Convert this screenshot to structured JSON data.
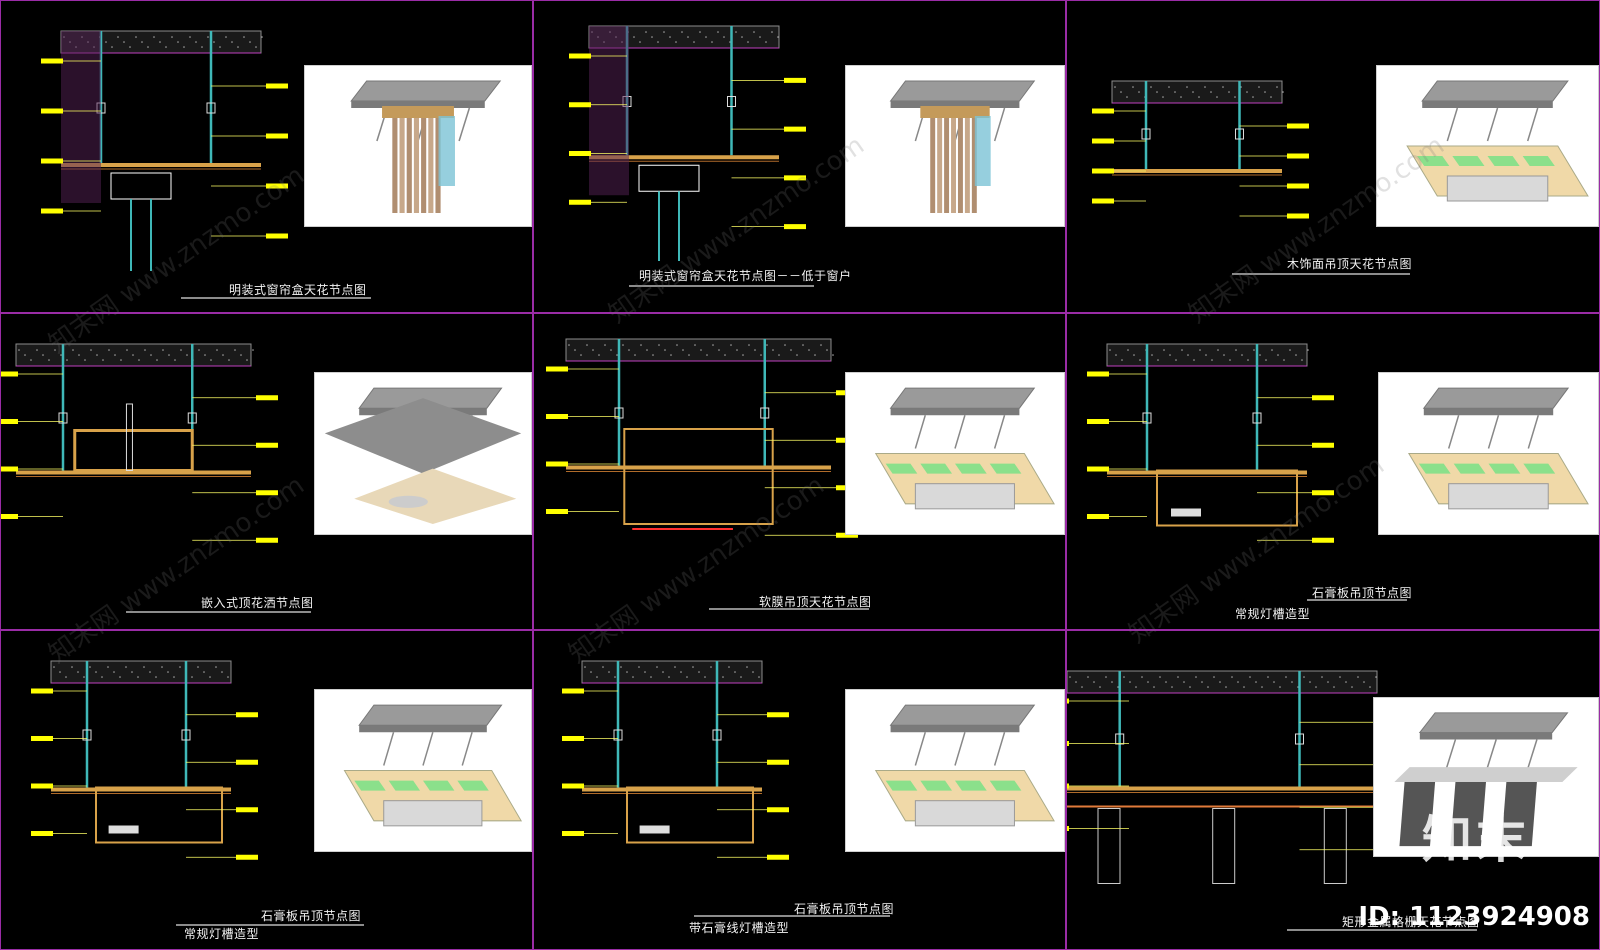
{
  "panels": [
    {
      "title": "明装式窗帘盒天花节点图",
      "subtitle": ""
    },
    {
      "title": "明装式窗帘盒天花节点图－－低于窗户",
      "subtitle": ""
    },
    {
      "title": "木饰面吊顶天花节点图",
      "subtitle": ""
    },
    {
      "title": "嵌入式顶花洒节点图",
      "subtitle": ""
    },
    {
      "title": "软膜吊顶天花节点图",
      "subtitle": ""
    },
    {
      "title": "石膏板吊顶节点图",
      "subtitle": "常规灯槽造型"
    },
    {
      "title": "石膏板吊顶节点图",
      "subtitle": "常规灯槽造型"
    },
    {
      "title": "石膏板吊顶节点图",
      "subtitle": "带石膏线灯槽造型"
    },
    {
      "title": "矩形金属格栅天花节点图",
      "subtitle": ""
    }
  ],
  "watermarks": [
    "知末网 www.znzmo.com",
    "知末网 www.znzmo.com",
    "知末网 www.znzmo.com",
    "知末网 www.znzmo.com",
    "知末网 www.znzmo.com",
    "知末网 www.znzmo.com"
  ],
  "brand": {
    "logo": "知末",
    "id_label": "ID: 1123924908"
  },
  "colors": {
    "background": "#000000",
    "frame": "#9a2ca6",
    "label_tag": "#ffff00",
    "leader": "#ffff66",
    "hanger": "#3fb8b8",
    "board": "#d8a24a",
    "concrete": "#9a9a9a",
    "light_strip": "#8be08b",
    "softfilm": "#ff3030"
  }
}
